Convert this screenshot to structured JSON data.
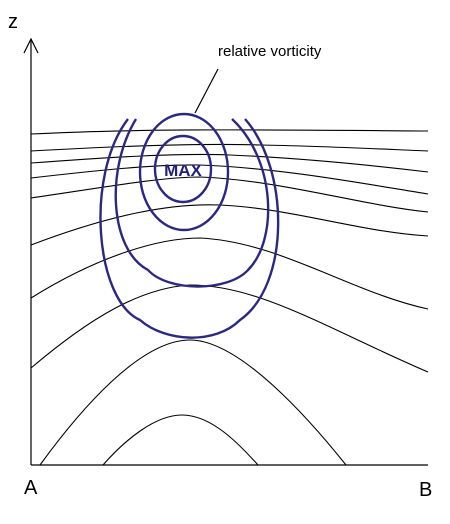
{
  "labels": {
    "z_axis": "z",
    "point_a": "A",
    "point_b": "B",
    "annotation": "relative vorticity",
    "max": "MAX"
  },
  "colors": {
    "vorticity": "#2b2882",
    "max_text": "#22207a",
    "isentropes": "#000000"
  }
}
